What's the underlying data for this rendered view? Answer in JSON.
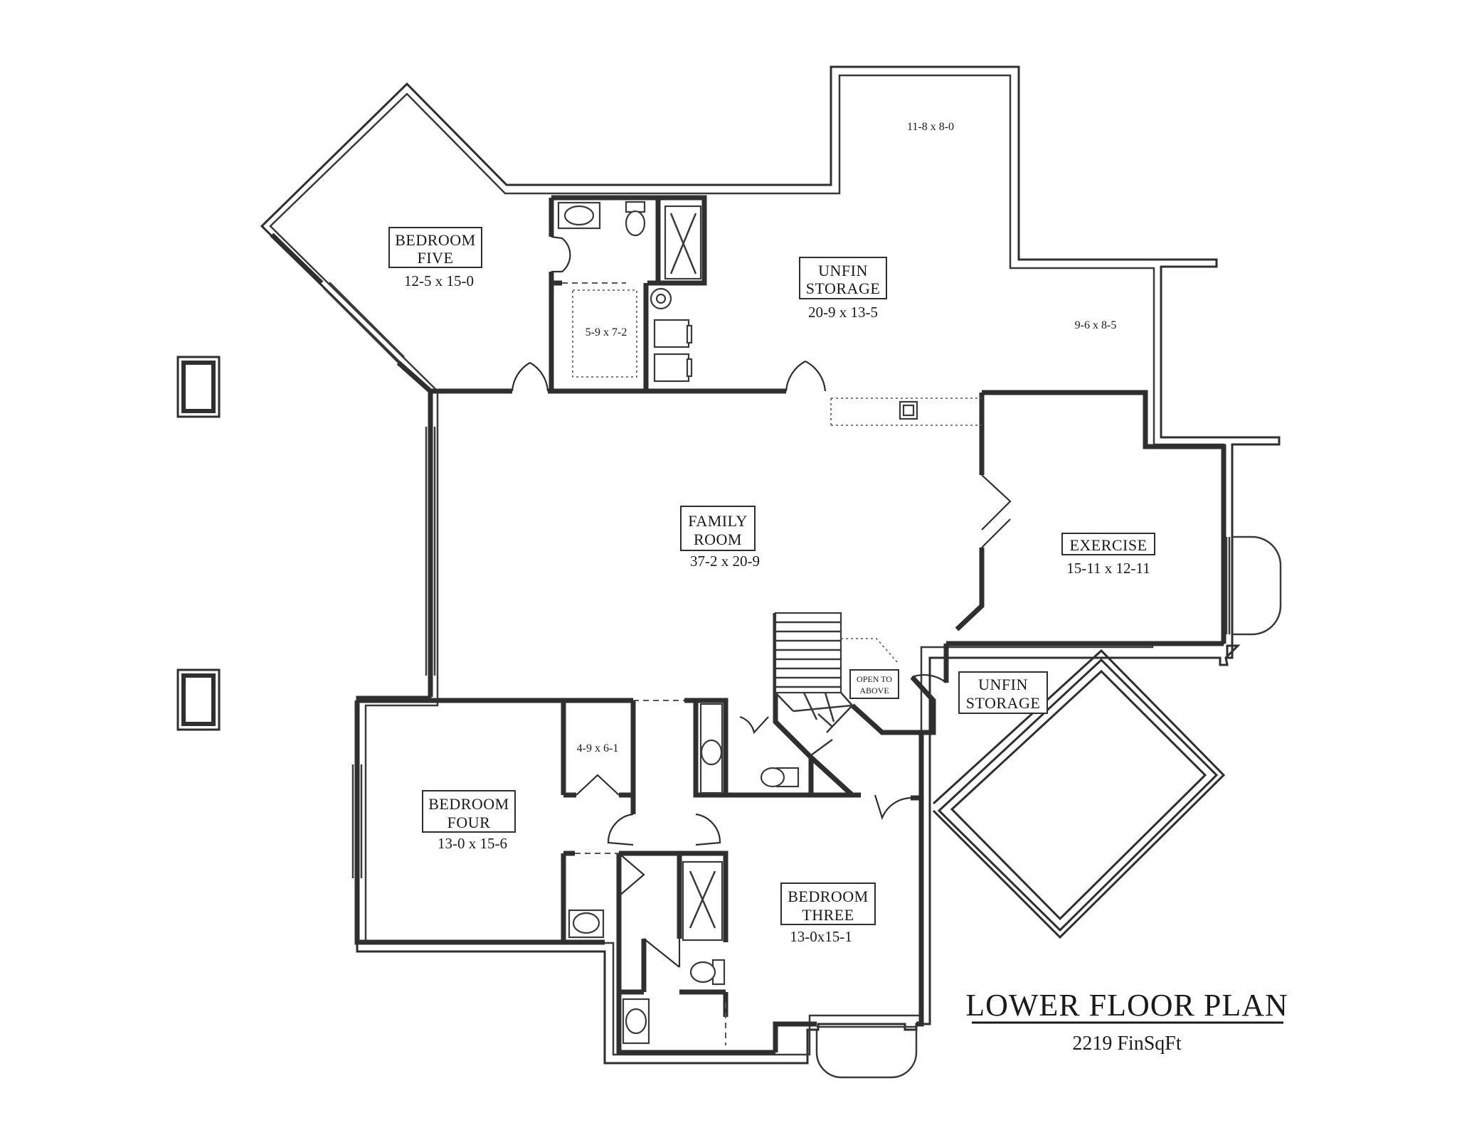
{
  "rooms": {
    "bedroom_five": {
      "name_line1": "BEDROOM",
      "name_line2": "FIVE",
      "dims": "12-5 x 15-0"
    },
    "unfin_storage_top": {
      "name_line1": "UNFIN",
      "name_line2": "STORAGE",
      "dims": "20-9 x 13-5"
    },
    "storage_corner_dim": "11-8 x 8-0",
    "storage_right_dim": "9-6 x 8-5",
    "closet_five_dim": "5-9 x 7-2",
    "family_room": {
      "name_line1": "FAMILY",
      "name_line2": "ROOM",
      "dims": "37-2 x 20-9"
    },
    "exercise": {
      "name": "EXERCISE",
      "dims": "15-11 x 12-11"
    },
    "open_to_above": {
      "line1": "OPEN TO",
      "line2": "ABOVE"
    },
    "unfin_storage_bottom": {
      "name_line1": "UNFIN",
      "name_line2": "STORAGE"
    },
    "bedroom_four": {
      "name_line1": "BEDROOM",
      "name_line2": "FOUR",
      "dims": "13-0 x 15-6"
    },
    "closet_four_dim": "4-9 x 6-1",
    "bedroom_three": {
      "name_line1": "BEDROOM",
      "name_line2": "THREE",
      "dims": "13-0x15-1"
    }
  },
  "title_block": {
    "title": "LOWER FLOOR PLAN",
    "subtitle": "2219 FinSqFt"
  },
  "colors": {
    "wall": "#2f2f2f",
    "background": "#ffffff",
    "text": "#1a1a1a"
  }
}
